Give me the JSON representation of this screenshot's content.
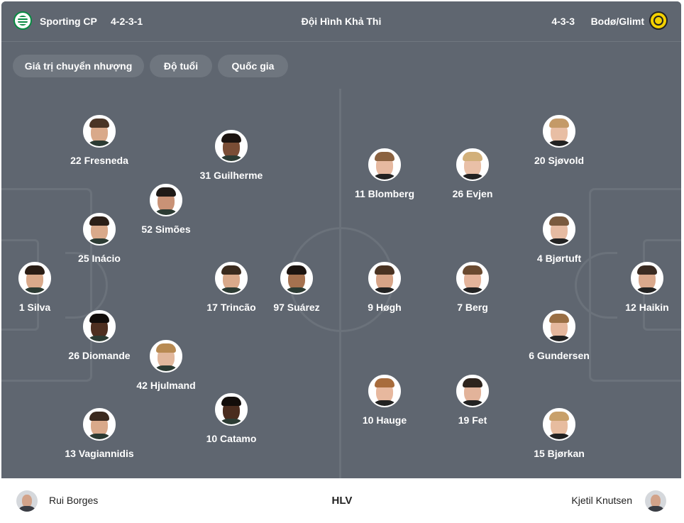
{
  "header": {
    "home_team": "Sporting CP",
    "home_formation": "4-2-3-1",
    "title": "Đội Hình Khả Thi",
    "away_formation": "4-3-3",
    "away_team": "Bodø/Glimt",
    "home_logo_icon": "sporting-cp-crest-icon",
    "away_logo_icon": "bodo-glimt-crest-icon"
  },
  "filters": [
    {
      "label": "Giá trị chuyển nhượng"
    },
    {
      "label": "Độ tuổi"
    },
    {
      "label": "Quốc gia"
    }
  ],
  "home_players": [
    {
      "name": "22 Fresneda"
    },
    {
      "name": "31 Guilherme"
    },
    {
      "name": "52 Simões"
    },
    {
      "name": "25 Inácio"
    },
    {
      "name": "1 Silva"
    },
    {
      "name": "17 Trincão"
    },
    {
      "name": "97 Suárez"
    },
    {
      "name": "26 Diomande"
    },
    {
      "name": "42 Hjulmand"
    },
    {
      "name": "10 Catamo"
    },
    {
      "name": "13 Vagiannidis"
    }
  ],
  "away_players": [
    {
      "name": "11 Blomberg"
    },
    {
      "name": "26 Evjen"
    },
    {
      "name": "20 Sjøvold"
    },
    {
      "name": "4 Bjørtuft"
    },
    {
      "name": "9 Høgh"
    },
    {
      "name": "7 Berg"
    },
    {
      "name": "12 Haikin"
    },
    {
      "name": "6 Gundersen"
    },
    {
      "name": "10 Hauge"
    },
    {
      "name": "19 Fet"
    },
    {
      "name": "15 Bjørkan"
    }
  ],
  "coaches": {
    "home": "Rui Borges",
    "label": "HLV",
    "away": "Kjetil Knutsen"
  },
  "colors": {
    "pitch": "#5f6670",
    "pitch_lines": "#6b727b",
    "chip": "#6f767f",
    "sporting_green": "#0a8a43",
    "glimt_yellow": "#f4d100"
  }
}
